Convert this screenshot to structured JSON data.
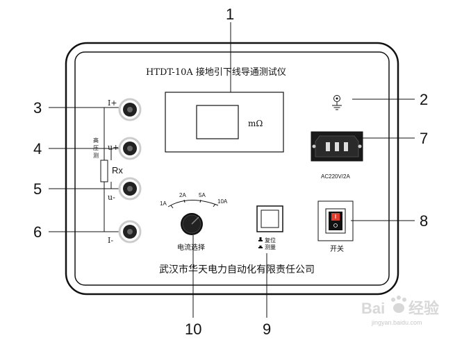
{
  "title": "HTDT-10A  接地引下线导通测试仪",
  "company": "武汉市华天电力自动化有限责任公司",
  "display": {
    "unit": "mΩ"
  },
  "jacks": {
    "i_plus": "I+",
    "u_plus": "u+",
    "u_minus": "u-",
    "i_minus": "I-",
    "hv_label": [
      "高",
      "压",
      "测"
    ],
    "rx": "Rx"
  },
  "knob": {
    "ticks": [
      "1A",
      "2A",
      "5A",
      "10A"
    ],
    "label": "电流选择"
  },
  "button": {
    "reset": "复位",
    "measure": "测量"
  },
  "power": {
    "rating": "AC220V/2A"
  },
  "switch": {
    "label": "开关"
  },
  "callouts": {
    "c1": "1",
    "c2": "2",
    "c3": "3",
    "c4": "4",
    "c5": "5",
    "c6": "6",
    "c7": "7",
    "c8": "8",
    "c9": "9",
    "c10": "10"
  },
  "watermark": {
    "brand": "Bai",
    "brand2": "经验",
    "url": "jingyan.baidu.com"
  }
}
